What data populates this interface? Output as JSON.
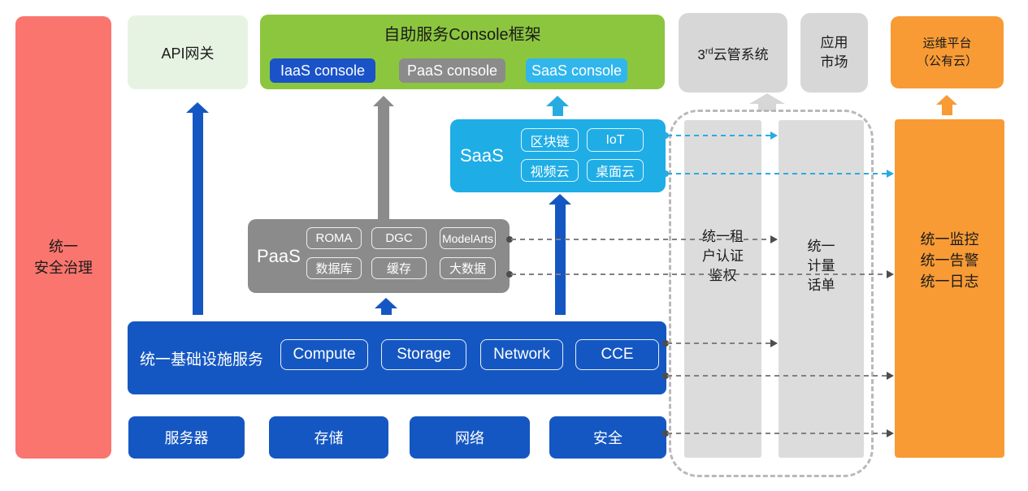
{
  "colors": {
    "red": "#F9756E",
    "pale_green": "#E6F3E2",
    "green": "#8CC63F",
    "blue": "#1557C2",
    "iaas_blue": "#1A52C8",
    "cyan": "#1FADE6",
    "cyan_chip": "#30B6EC",
    "line_cyan": "#29ABE2",
    "orange": "#F89B35",
    "gray_dark": "#8B8B8B",
    "gray_box": "#D7D7D7",
    "gray_bar": "#DCDCDC",
    "dash_border": "#B9B9B9",
    "line_gray": "#808080",
    "dot_dark": "#4D4D4D",
    "ink": "#1A1A1A"
  },
  "left_bar": {
    "lines": [
      "统一",
      "安全治理"
    ]
  },
  "api_gateway": {
    "label": "API网关"
  },
  "console_framework": {
    "title": "自助服务Console框架",
    "consoles": [
      {
        "label": "IaaS console"
      },
      {
        "label": "PaaS console"
      },
      {
        "label": "SaaS console"
      }
    ]
  },
  "third_party_box": {
    "prefix": "3",
    "sup": "rd",
    "suffix": "云管系统"
  },
  "app_market": {
    "lines": [
      "应用",
      "市场"
    ]
  },
  "ops_platform": {
    "lines": [
      "运维平台",
      "（公有云）"
    ]
  },
  "saas_box": {
    "title": "SaaS",
    "chips": [
      "区块链",
      "IoT",
      "视频云",
      "桌面云"
    ]
  },
  "paas_box": {
    "title": "PaaS",
    "chips": [
      "ROMA",
      "DGC",
      "ModelArts",
      "数据库",
      "缓存",
      "大数据"
    ]
  },
  "infra_box": {
    "title": "统一基础设施服务",
    "chips": [
      "Compute",
      "Storage",
      "Network",
      "CCE"
    ]
  },
  "bottom_boxes": [
    "服务器",
    "存储",
    "网络",
    "安全"
  ],
  "auth_bar": {
    "lines": [
      "统一租",
      "户认证",
      "鉴权"
    ]
  },
  "billing_bar": {
    "lines": [
      "统一",
      "计量",
      "话单"
    ]
  },
  "ops_bar": {
    "lines": [
      "统一监控",
      "统一告警",
      "统一日志"
    ]
  }
}
